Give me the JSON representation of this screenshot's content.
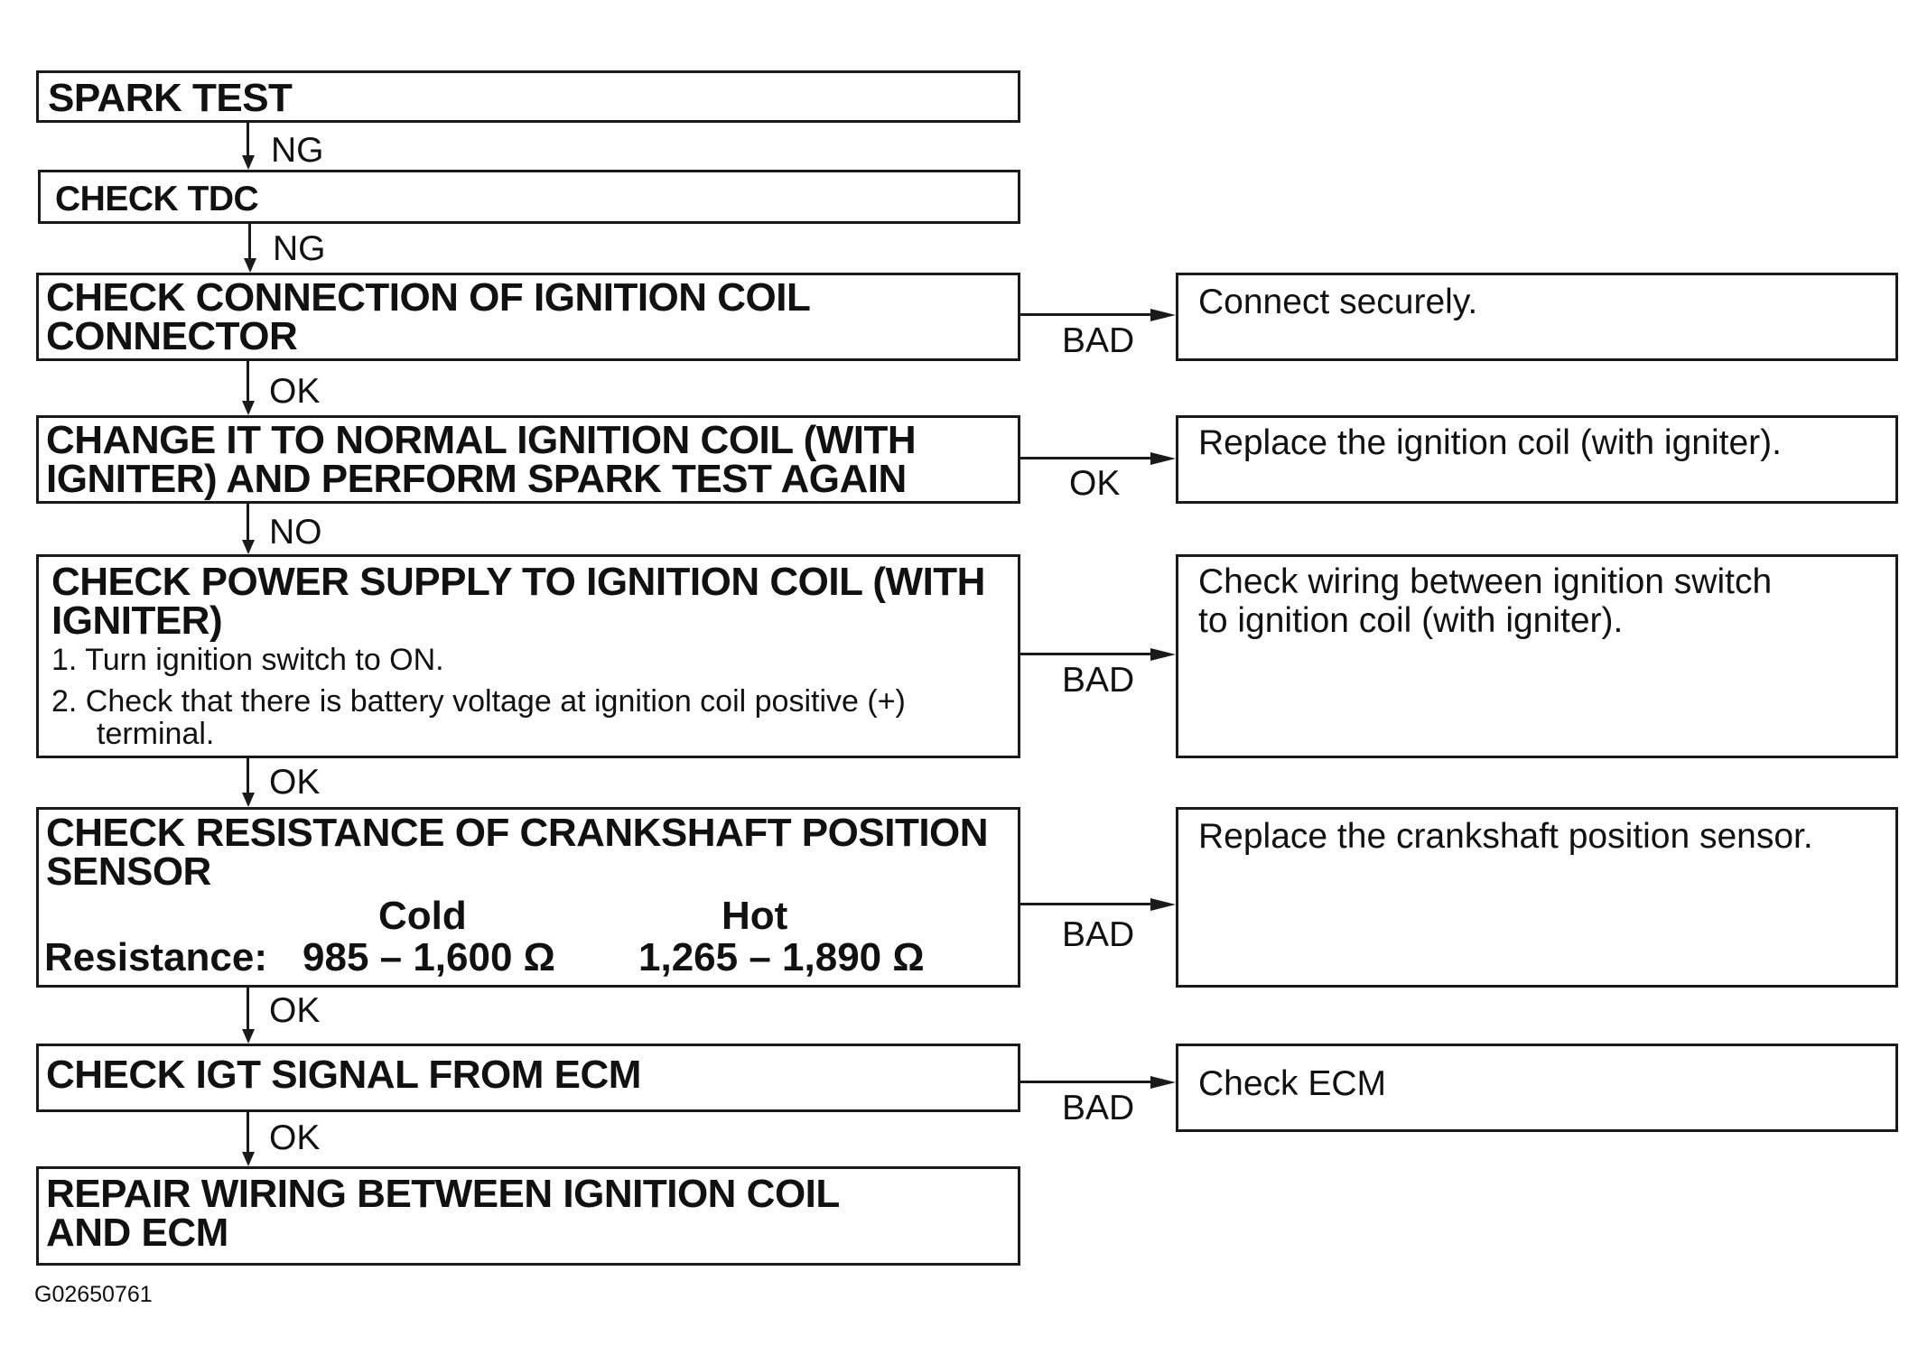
{
  "boxes": {
    "spark_test": "SPARK TEST",
    "check_tdc": "CHECK TDC",
    "check_connection": [
      "CHECK CONNECTION OF IGNITION COIL",
      "CONNECTOR"
    ],
    "change_coil": [
      "CHANGE IT TO NORMAL IGNITION COIL (WITH",
      "IGNITER) AND PERFORM SPARK TEST AGAIN"
    ],
    "check_power": {
      "title": [
        "CHECK POWER SUPPLY TO IGNITION COIL (WITH",
        "IGNITER)"
      ],
      "step1": "1. Turn ignition switch to ON.",
      "step2a": "2. Check that there is battery voltage at ignition coil positive (+)",
      "step2b": "terminal."
    },
    "check_resistance": {
      "title": [
        "CHECK RESISTANCE OF CRANKSHAFT POSITION",
        "SENSOR"
      ],
      "col_cold": "Cold",
      "col_hot": "Hot",
      "row_label": "Resistance:",
      "cold_value": "985 – 1,600 Ω",
      "hot_value": "1,265 – 1,890 Ω"
    },
    "check_igt": "CHECK IGT SIGNAL FROM ECM",
    "repair_wiring": [
      "REPAIR WIRING BETWEEN IGNITION COIL",
      "AND ECM"
    ]
  },
  "results": {
    "connect": "Connect securely.",
    "replace_coil": "Replace the ignition coil (with igniter).",
    "check_wiring": [
      "Check wiring between ignition switch",
      "to ignition coil (with igniter)."
    ],
    "replace_sensor": "Replace the crankshaft position sensor.",
    "check_ecm": "Check ECM"
  },
  "down_labels": [
    "NG",
    "NG",
    "OK",
    "NO",
    "OK",
    "OK",
    "OK"
  ],
  "side_labels": [
    "BAD",
    "OK",
    "BAD",
    "BAD",
    "BAD"
  ],
  "figure_id": "G02650761"
}
